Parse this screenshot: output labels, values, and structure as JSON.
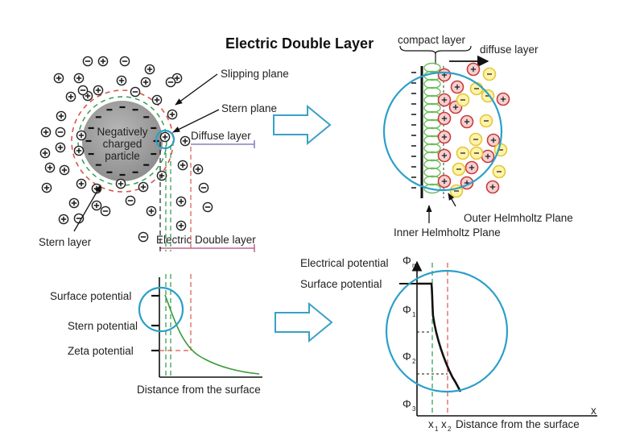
{
  "title": "Electric Double Layer",
  "particle": {
    "label_line1": "Negatively",
    "label_line2": "charged",
    "label_line3": "particle"
  },
  "labels": {
    "slipping_plane": "Slipping plane",
    "stern_plane": "Stern plane",
    "stern_layer": "Stern layer",
    "diffuse_layer": "Diffuse layer",
    "electric_double_layer": "Electric Double layer",
    "compact_layer": "compact layer",
    "diffuse_layer_right": "diffuse layer",
    "outer_helmholtz": "Outer Helmholtz Plane",
    "inner_helmholtz": "Inner Helmholtz Plane",
    "surface_potential": "Surface potential",
    "stern_potential": "Stern potential",
    "zeta_potential": "Zeta potential",
    "distance_left": "Distance from the surface",
    "electrical_potential": "Electrical potential",
    "surface_potential_right": "Surface potential",
    "x_axis": "x",
    "phi_m": "Φ",
    "phi_m_sub": "m",
    "phi_1": "Φ",
    "phi_1_sub": "1",
    "phi_2": "Φ",
    "phi_2_sub": "2",
    "phi_3": "Φ",
    "phi_3_sub": "3",
    "x1": "x",
    "x1_sub": "1",
    "x2": "x",
    "x2_sub": "2",
    "distance_right": "Distance from the surface"
  },
  "symbols": {
    "positive_ion": "+",
    "negative_ion": "−"
  },
  "colors": {
    "slipping_plane": "#d9574a",
    "stern_plane": "#2a9a4a",
    "highlight": "#2b9fc9",
    "particle": "#9e9e9e",
    "cation_fill": "#f7d0d0",
    "cation_ring": "#c83c3c",
    "anion_fill": "#fff3a8",
    "anion_ring": "#e3c63a",
    "water": "#6bbf5a"
  }
}
